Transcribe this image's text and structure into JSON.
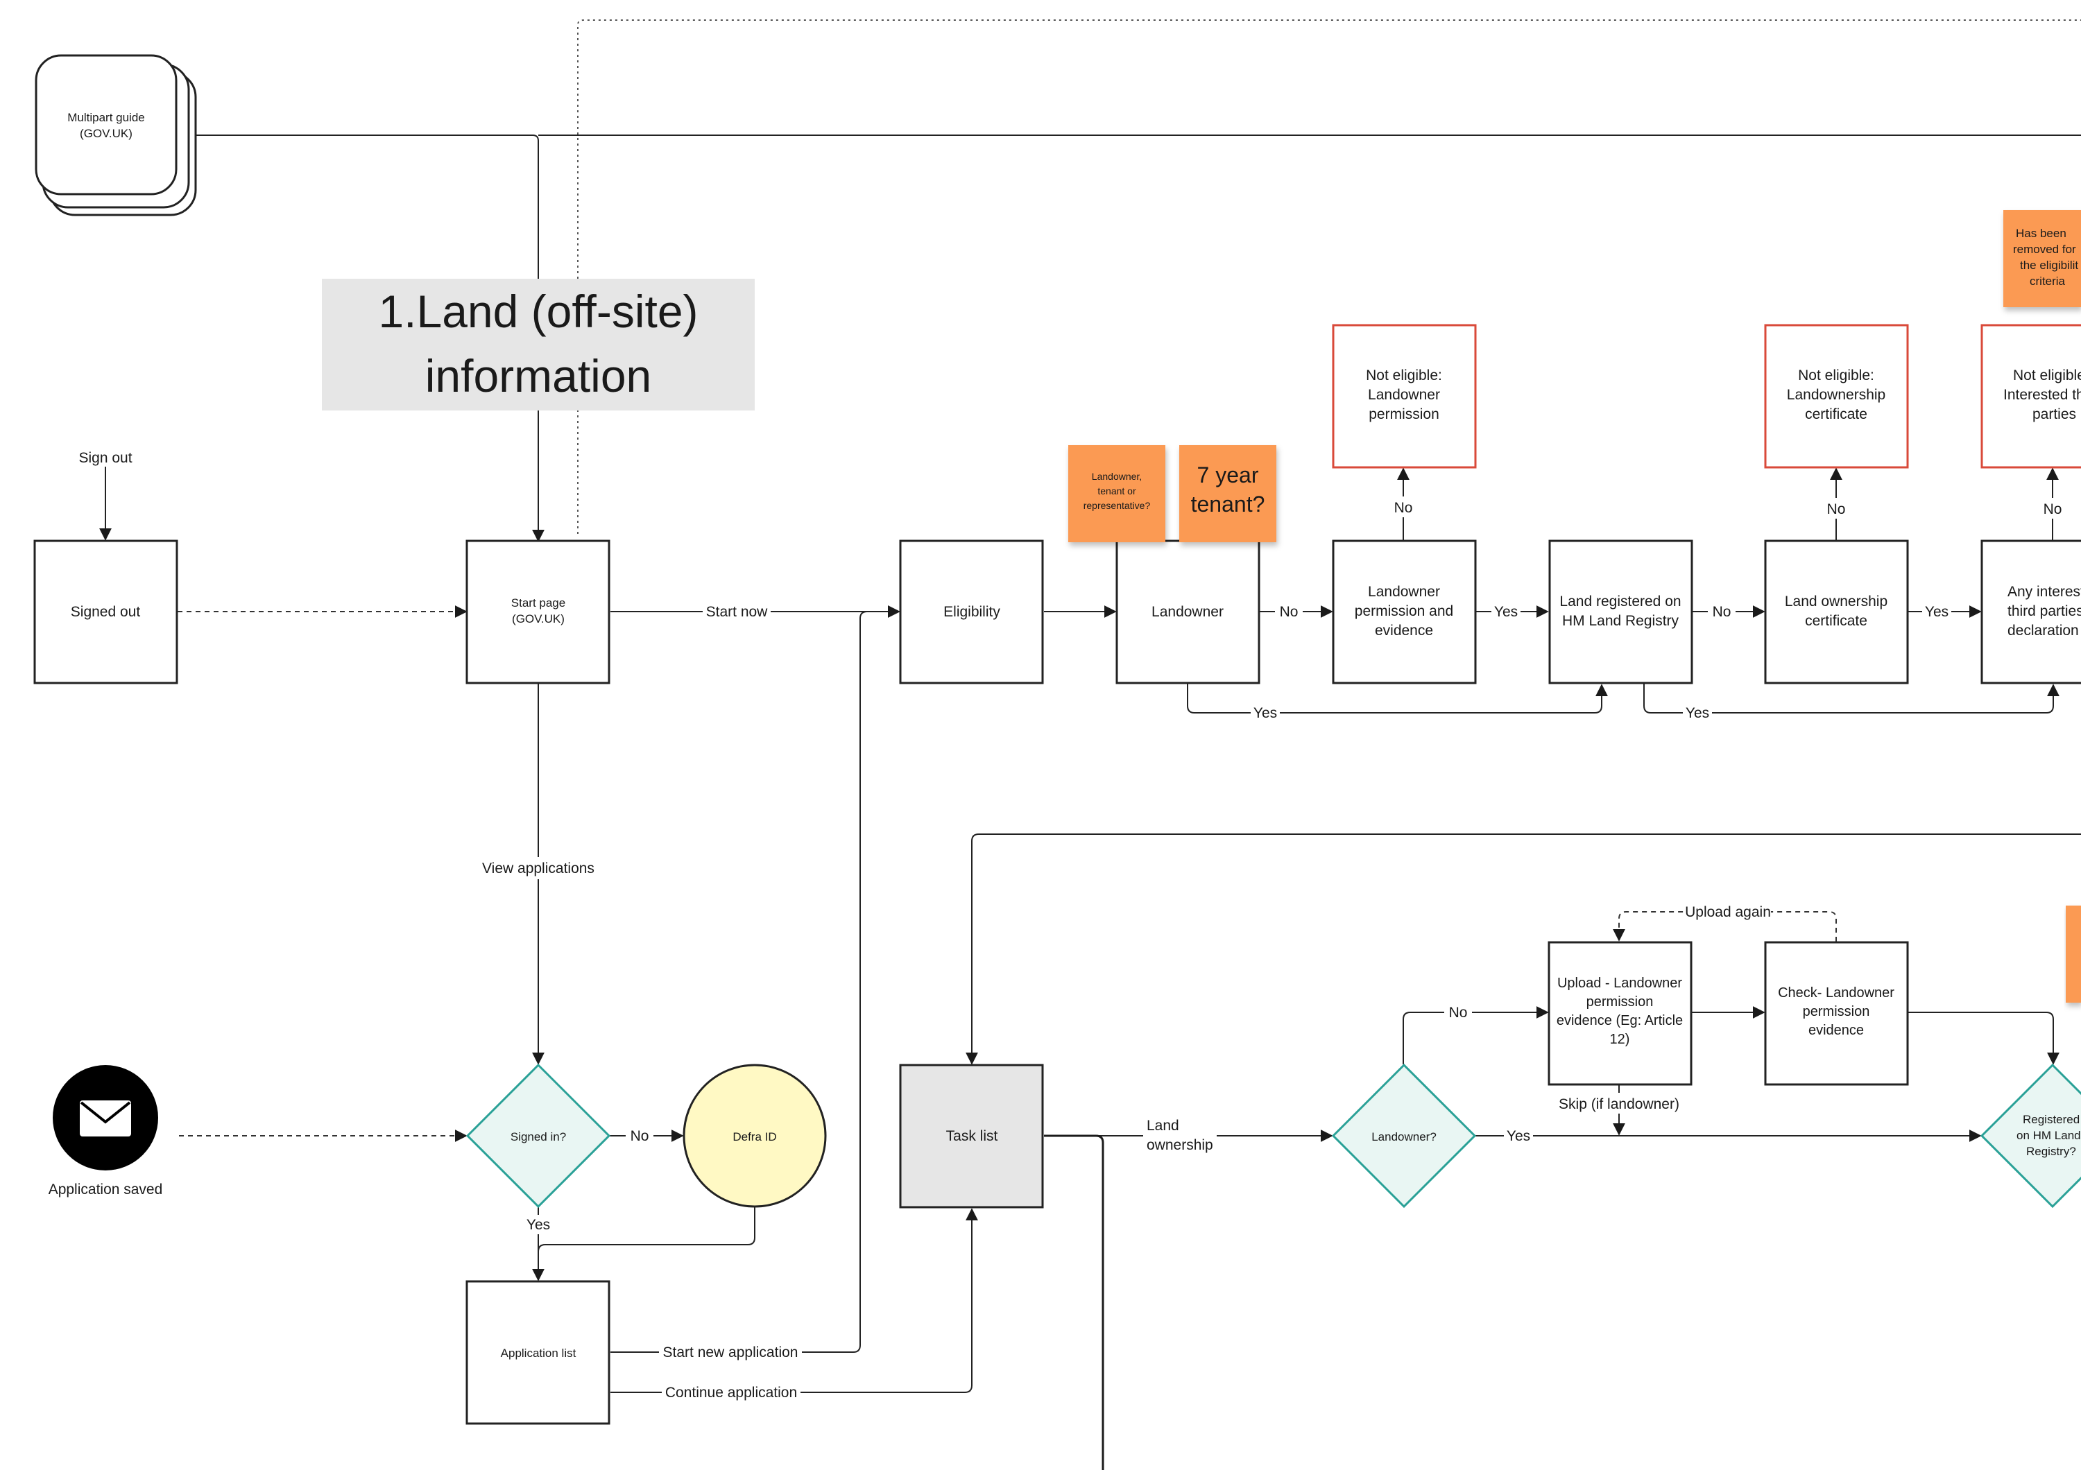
{
  "title": {
    "line1": "1.Land (off-site)",
    "line2": "information"
  },
  "guide": {
    "line1": "Multipart guide",
    "line2": "(GOV.UK)"
  },
  "sign_out_label": "Sign out",
  "nodes": {
    "signed_out": "Signed out",
    "start_page": [
      "Start page",
      "(GOV.UK)"
    ],
    "eligibility": "Eligibility",
    "landowner": "Landowner",
    "landowner_permission": [
      "Landowner",
      "permission and",
      "evidence"
    ],
    "land_registered": [
      "Land registered on",
      "HM Land Registry"
    ],
    "land_ownership_cert": [
      "Land ownership",
      "certificate"
    ],
    "interest_declaration": [
      "Any interest",
      "third parties",
      "declaration"
    ],
    "not_eligible_permission": [
      "Not eligible:",
      "Landowner",
      "permission"
    ],
    "not_eligible_certificate": [
      "Not eligible:",
      "Landownership",
      "certificate"
    ],
    "not_eligible_interested": [
      "Not eligible",
      "Interested th",
      "parties"
    ],
    "signed_in": "Signed in?",
    "defra_id": "Defra ID",
    "application_list": "Application list",
    "task_list": "Task list",
    "landowner_q": "Landowner?",
    "upload_permission": [
      "Upload - Landowner",
      "permission",
      "evidence (Eg: Article",
      "12)"
    ],
    "check_permission": [
      "Check- Landowner",
      "permission",
      "evidence"
    ],
    "registered_q": [
      "Registered",
      "on HM Land",
      "Registry?"
    ],
    "application_saved": "Application saved"
  },
  "stickies": {
    "landowner_tenant": [
      "Landowner,",
      "tenant or",
      "representative?"
    ],
    "seven_year": [
      "7 year",
      "tenant?"
    ],
    "removed": [
      "Has been",
      "removed for",
      "the eligibilit",
      "criteria"
    ]
  },
  "edge_labels": {
    "start_now": "Start now",
    "no": "No",
    "yes": "Yes",
    "view_applications": "View applications",
    "start_new_application": "Start new application",
    "continue_application": "Continue application",
    "land_ownership": [
      "Land",
      "ownership"
    ],
    "upload_again": "Upload again",
    "skip_if_landowner": "Skip (if landowner)"
  },
  "colors": {
    "sticky": "#fb9a52",
    "not_eligible_border": "#d94a3a",
    "decision_fill": "#e9f6f3",
    "decision_border": "#2aa197",
    "defra_fill": "#fff9c4",
    "task_list_fill": "#e6e6e6",
    "title_fill": "#e6e6e6"
  },
  "icons": {
    "mail": "envelope-icon"
  }
}
